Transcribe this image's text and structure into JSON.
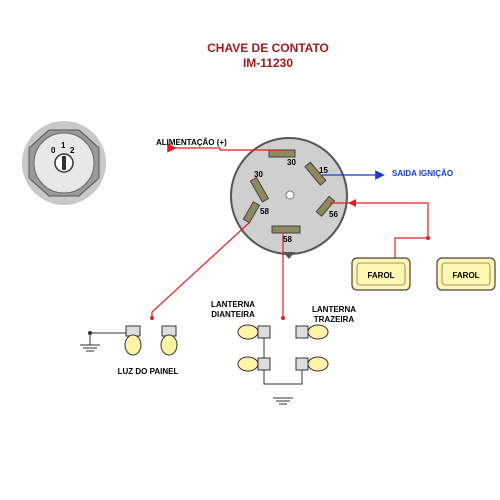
{
  "title": {
    "line1": "CHAVE DE CONTATO",
    "line2": "IM-11230",
    "color": "#9e1b1b"
  },
  "switch_key": {
    "positions": [
      "0",
      "1",
      "2"
    ]
  },
  "terminals": {
    "t30_top": "30",
    "t30_left": "30",
    "t15": "15",
    "t58_left": "58",
    "t58_bottom": "58",
    "t56": "56"
  },
  "labels": {
    "alimentacao": "ALIMENTAÇÃO (+)",
    "saida_ignicao": "SAIDA IGNIÇÃO",
    "luz_painel": "LUZ DO PAINEL",
    "lanterna_dianteira_1": "LANTERNA",
    "lanterna_dianteira_2": "DIANTEIRA",
    "lanterna_traseira_1": "LANTERNA",
    "lanterna_traseira_2": "TRAZEIRA",
    "farol_left": "FAROL",
    "farol_right": "FAROL"
  },
  "colors": {
    "wire_red": "#e02020",
    "wire_blue": "#1a3ad8",
    "farol_fill": "#fff6b0",
    "body_gray": "#c8c8c8",
    "terminal_fill": "#8f8a5c",
    "bulb_fill": "#fff3a8"
  }
}
